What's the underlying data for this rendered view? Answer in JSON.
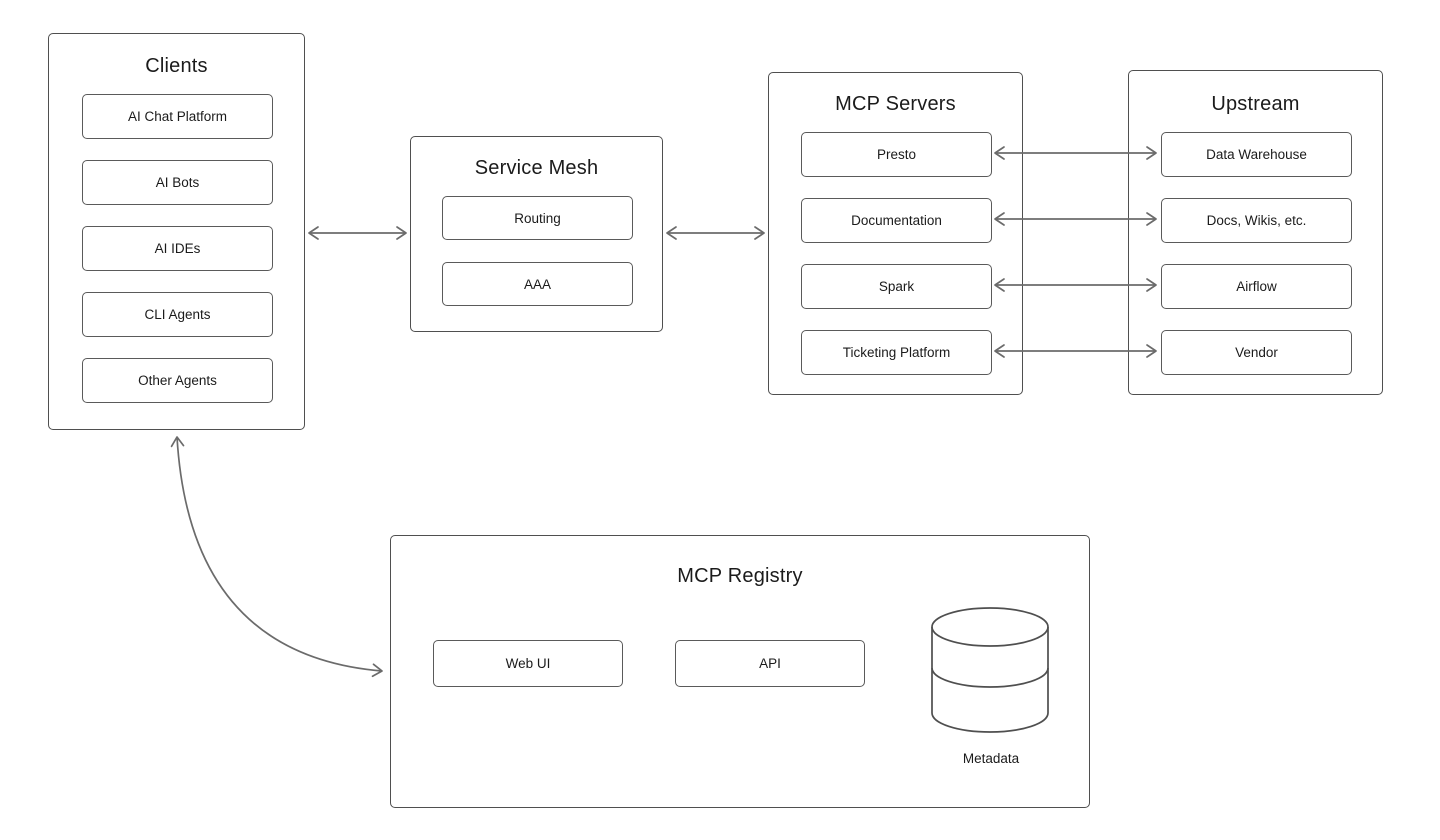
{
  "diagram": {
    "groups": [
      {
        "id": "clients",
        "title": "Clients",
        "nodes": [
          "AI Chat Platform",
          "AI Bots",
          "AI IDEs",
          "CLI Agents",
          "Other Agents"
        ]
      },
      {
        "id": "service-mesh",
        "title": "Service Mesh",
        "nodes": [
          "Routing",
          "AAA"
        ]
      },
      {
        "id": "mcp-servers",
        "title": "MCP Servers",
        "nodes": [
          "Presto",
          "Documentation",
          "Spark",
          "Ticketing Platform"
        ]
      },
      {
        "id": "upstream",
        "title": "Upstream",
        "nodes": [
          "Data Warehouse",
          "Docs, Wikis, etc.",
          "Airflow",
          "Vendor"
        ]
      },
      {
        "id": "mcp-registry",
        "title": "MCP Registry",
        "nodes": [
          "Web UI",
          "API"
        ],
        "icon": {
          "name": "database-cylinder-icon",
          "label": "Metadata"
        }
      }
    ],
    "connections": [
      {
        "from": "Clients",
        "to": "Service Mesh",
        "style": "bidirectional"
      },
      {
        "from": "Service Mesh",
        "to": "MCP Servers",
        "style": "bidirectional"
      },
      {
        "from": "Presto",
        "to": "Data Warehouse",
        "style": "bidirectional"
      },
      {
        "from": "Documentation",
        "to": "Docs, Wikis, etc.",
        "style": "bidirectional"
      },
      {
        "from": "Spark",
        "to": "Airflow",
        "style": "bidirectional"
      },
      {
        "from": "Ticketing Platform",
        "to": "Vendor",
        "style": "bidirectional"
      },
      {
        "from": "Clients",
        "to": "MCP Registry",
        "style": "bidirectional-curved"
      }
    ],
    "colors": {
      "background": "#ffffff",
      "group_border": "#4f4f4f",
      "node_border": "#5a5a5a",
      "arrow": "#6b6b6b",
      "text": "#1b1b1b"
    }
  }
}
